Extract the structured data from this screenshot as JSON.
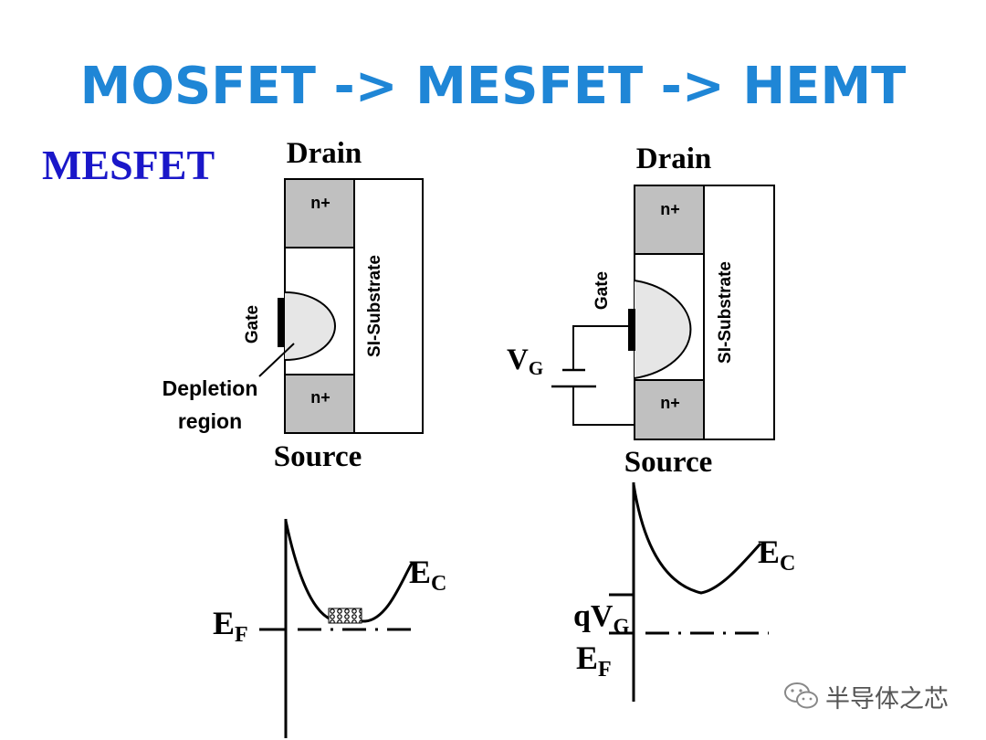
{
  "title": "MOSFET -> MESFET -> HEMT",
  "subtitle": "MESFET",
  "left_device": {
    "drain": "Drain",
    "source": "Source",
    "n_top": "n+",
    "n_bottom": "n+",
    "gate": "Gate",
    "substrate": "SI-Substrate",
    "depletion_line1": "Depletion",
    "depletion_line2": "region"
  },
  "right_device": {
    "drain": "Drain",
    "source": "Source",
    "n_top": "n+",
    "n_bottom": "n+",
    "gate": "Gate",
    "substrate": "SI-Substrate",
    "vg_main": "V",
    "vg_sub": "G"
  },
  "left_band": {
    "ec_main": "E",
    "ec_sub": "C",
    "ef_main": "E",
    "ef_sub": "F"
  },
  "right_band": {
    "ec_main": "E",
    "ec_sub": "C",
    "qvg_main": "qV",
    "qvg_sub": "G",
    "ef_main": "E",
    "ef_sub": "F"
  },
  "watermark": "半导体之芯",
  "colors": {
    "title": "#1f86d6",
    "subtitle": "#1a17c9",
    "n_region": "#c0c0c0",
    "depletion": "#e6e6e6"
  },
  "icons": {
    "watermark": "wechat-icon"
  }
}
